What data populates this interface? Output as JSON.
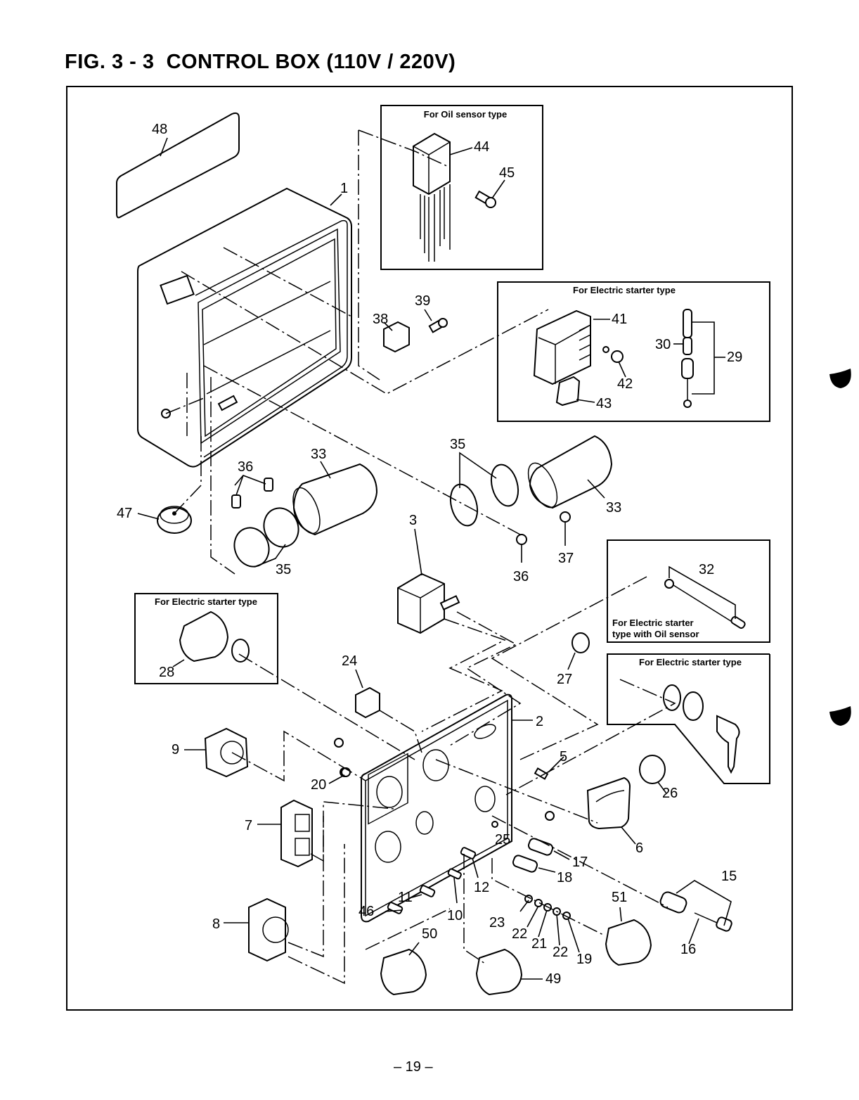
{
  "page": {
    "title": "FIG. 3 - 3  CONTROL BOX (110V / 220V)",
    "page_number": "– 19 –"
  },
  "insets": {
    "oil_sensor": "For Oil sensor type",
    "electric_starter_top": "For Electric starter type",
    "electric_starter_oil_line1": "For Electric starter",
    "electric_starter_oil_line2": "type with Oil sensor",
    "electric_starter_right": "For Electric starter type",
    "electric_starter_left": "For Electric starter type"
  },
  "callouts": {
    "p1": "1",
    "p2": "2",
    "p3": "3",
    "p5": "5",
    "p6": "6",
    "p7": "7",
    "p8": "8",
    "p9": "9",
    "p10": "10",
    "p11": "11",
    "p12": "12",
    "p15": "15",
    "p16": "16",
    "p17": "17",
    "p18": "18",
    "p19": "19",
    "p20": "20",
    "p21": "21",
    "p22a": "22",
    "p22b": "22",
    "p23": "23",
    "p24": "24",
    "p25": "25",
    "p26": "26",
    "p27": "27",
    "p28": "28",
    "p29": "29",
    "p30": "30",
    "p32": "32",
    "p33a": "33",
    "p33b": "33",
    "p35a": "35",
    "p35b": "35",
    "p36a": "36",
    "p36b": "36",
    "p37": "37",
    "p38": "38",
    "p39": "39",
    "p41": "41",
    "p42": "42",
    "p43": "43",
    "p44": "44",
    "p45": "45",
    "p46": "46",
    "p47": "47",
    "p48": "48",
    "p49": "49",
    "p50": "50",
    "p51": "51"
  }
}
